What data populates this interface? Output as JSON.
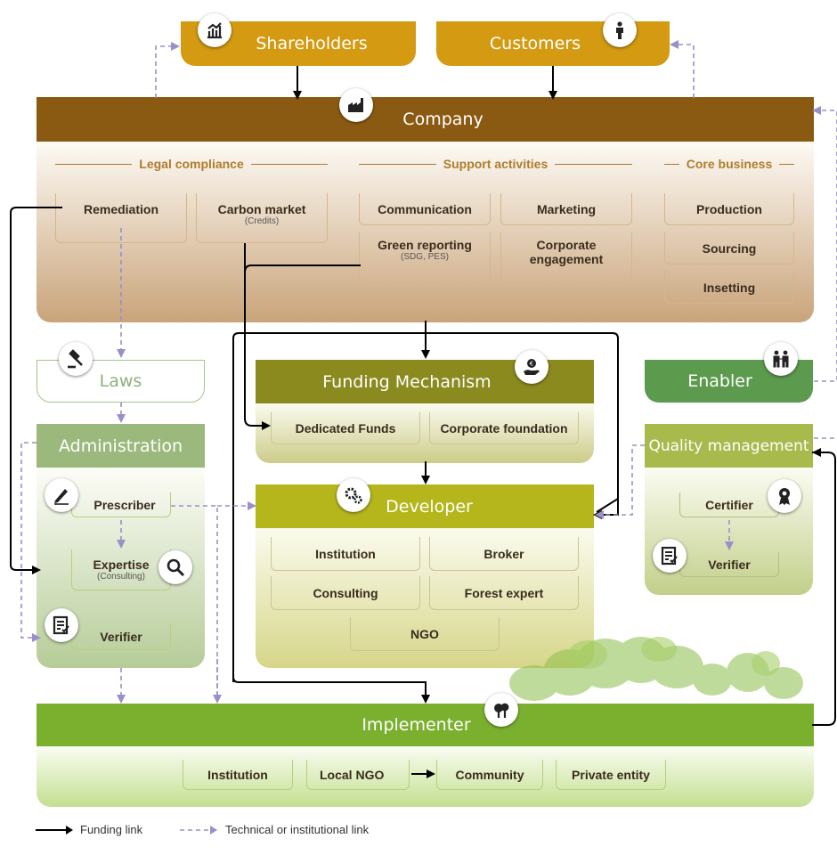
{
  "stakeholders": {
    "shareholders": "Shareholders",
    "customers": "Customers"
  },
  "company": {
    "title": "Company",
    "legal_compliance": "Legal compliance",
    "support_activities": "Support activities",
    "core_business": "Core business",
    "remediation": "Remediation",
    "carbon_market": "Carbon market",
    "carbon_market_sub": "(Credits)",
    "communication": "Communication",
    "marketing": "Marketing",
    "green_reporting": "Green reporting",
    "green_reporting_sub": "(SDG, PES)",
    "corporate_engagement": "Corporate engagement",
    "production": "Production",
    "sourcing": "Sourcing",
    "insetting": "Insetting"
  },
  "laws": "Laws",
  "administration": {
    "title": "Administration",
    "prescriber": "Prescriber",
    "expertise": "Expertise",
    "expertise_sub": "(Consulting)",
    "verifier": "Verifier"
  },
  "funding": {
    "title": "Funding Mechanism",
    "dedicated_funds": "Dedicated Funds",
    "corporate_foundation": "Corporate foundation"
  },
  "enabler": {
    "title": "Enabler"
  },
  "quality": {
    "title": "Quality management",
    "certifier": "Certifier",
    "verifier": "Verifier"
  },
  "developer": {
    "title": "Developer",
    "institution": "Institution",
    "broker": "Broker",
    "consulting": "Consulting",
    "forest_expert": "Forest expert",
    "ngo": "NGO"
  },
  "implementer": {
    "title": "Implementer",
    "institution": "Institution",
    "local_ngo": "Local NGO",
    "community": "Community",
    "private_entity": "Private entity"
  },
  "legend": {
    "funding_link": "Funding link",
    "technical_link": "Technical or institutional link"
  },
  "colors": {
    "company": "#8b5a12",
    "shareholders": "#d4a017",
    "funding": "#8a8a1e",
    "developer": "#b5b51c",
    "enabler": "#5a9a50",
    "quality": "#a6b84a",
    "administration": "#98b87a",
    "implementer": "#7bb02f",
    "funding_arrow": "#000000",
    "technical_arrow": "#9a8fc8"
  },
  "icons": [
    "chart-icon",
    "person-icon",
    "factory-icon",
    "gavel-icon",
    "money-hand-icon",
    "handshake-icon",
    "gears-icon",
    "award-icon",
    "pen-icon",
    "magnifier-icon",
    "checklist-icon",
    "tree-icon"
  ]
}
